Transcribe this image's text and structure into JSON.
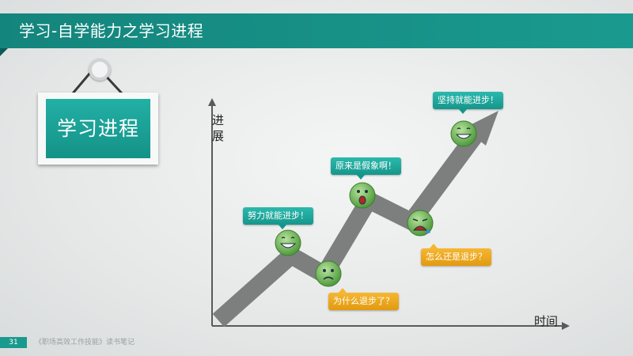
{
  "header": {
    "title": "学习-自学能力之学习进程"
  },
  "sign": {
    "title": "学习进程"
  },
  "chart": {
    "y_label": "进展",
    "x_label": "时间"
  },
  "bubbles": [
    {
      "text": "努力就能进步！",
      "color": "#16968b"
    },
    {
      "text": "为什么退步了？",
      "color": "#e29a10"
    },
    {
      "text": "原来是假象啊！",
      "color": "#16968b"
    },
    {
      "text": "怎么还是退步？",
      "color": "#e29a10"
    },
    {
      "text": "坚持就能进步！",
      "color": "#16968b"
    }
  ],
  "faces": [
    {
      "mood": "happy"
    },
    {
      "mood": "worried"
    },
    {
      "mood": "surprised"
    },
    {
      "mood": "crying"
    },
    {
      "mood": "happy"
    }
  ],
  "footer": {
    "page_number": "31",
    "text": "《职场高效工作技能》读书笔记"
  },
  "colors": {
    "brand_teal": "#1a9a8f",
    "accent_orange": "#e29a10",
    "arrow_gray": "#7d7f7f"
  }
}
